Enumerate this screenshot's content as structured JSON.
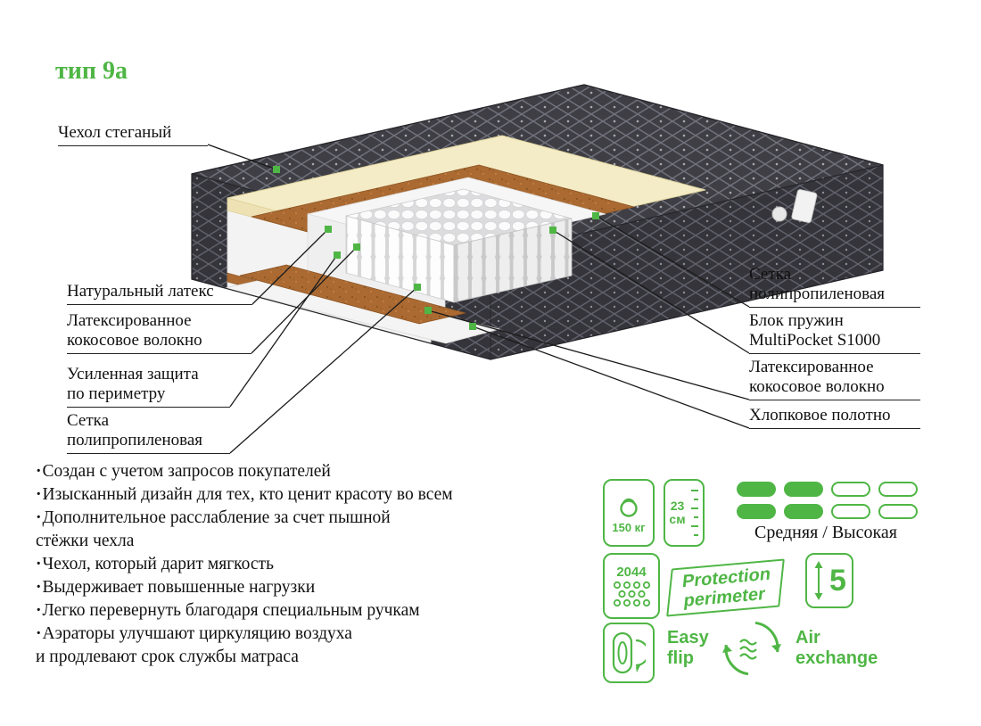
{
  "title": "тип 9а",
  "callouts": {
    "left": [
      {
        "lines": [
          "Чехол стеганый"
        ]
      },
      {
        "lines": [
          "Натуральный латекс"
        ]
      },
      {
        "lines": [
          "Латексированное",
          "кокосовое волокно"
        ]
      },
      {
        "lines": [
          "Усиленная защита",
          "по периметру"
        ]
      },
      {
        "lines": [
          "Сетка",
          "полипропиленовая"
        ]
      }
    ],
    "right": [
      {
        "lines": [
          "Сетка",
          "полипропиленовая"
        ]
      },
      {
        "lines": [
          "Блок пружин",
          "MultiPocket S1000"
        ]
      },
      {
        "lines": [
          "Латексированное",
          "кокосовое волокно"
        ]
      },
      {
        "lines": [
          "Хлопковое полотно"
        ]
      }
    ]
  },
  "features": [
    "Создан с учетом запросов покупателей",
    "Изысканный дизайн для тех, кто ценит красоту во всем",
    "Дополнительное расслабление за счет пышной\n стёжки чехла",
    "Чехол, который дарит мягкость",
    "Выдерживает повышенные нагрузки",
    "Легко перевернуть благодаря специальным ручкам",
    "Аэраторы улучшают циркуляцию воздуха\n и продлевают срок службы матраса"
  ],
  "badges": {
    "weight": "150 кг",
    "height_value": "23",
    "height_unit": "см",
    "firmness": {
      "rows": [
        [
          1,
          1,
          0,
          0
        ],
        [
          1,
          1,
          0,
          0
        ]
      ],
      "label": "Средняя / Высокая"
    },
    "springs_count": "2044",
    "protection": {
      "line1": "Protection",
      "line2": "perimeter"
    },
    "zones": "5",
    "easy_flip": {
      "line1": "Easy",
      "line2": "flip"
    },
    "air": {
      "line1": "Air",
      "line2": "exchange"
    }
  },
  "colors": {
    "accent_green": "#4FB645"
  }
}
